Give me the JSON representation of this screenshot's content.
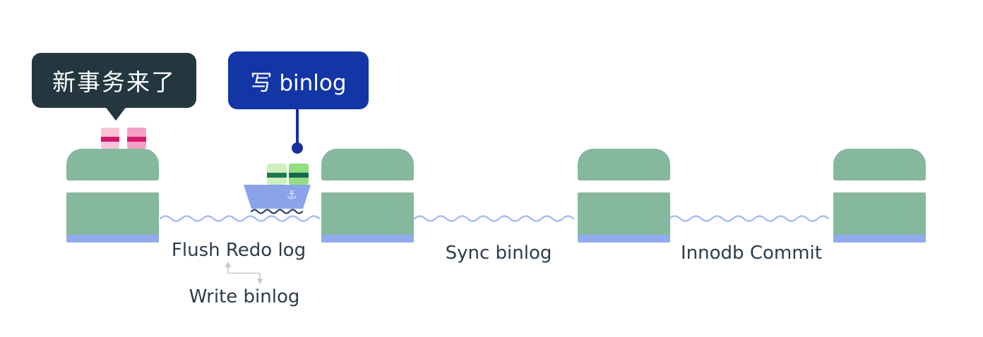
{
  "diagram": {
    "description_semantic": "MySQL two-phase commit flow: transaction moves across docks over water",
    "callouts": {
      "new_transaction": {
        "label": "新事务来了"
      },
      "write_binlog_cn": {
        "label": "写 binlog"
      }
    },
    "stage_labels": {
      "flush_redo_log": "Flush Redo log",
      "write_binlog": "Write binlog",
      "sync_binlog": "Sync binlog",
      "innodb_commit": "Innodb Commit"
    },
    "icons": {
      "anchor": "⚓",
      "swap_order_arrow": "elbow-double-arrow"
    },
    "colors": {
      "dark_callout_bg": "#243741",
      "blue_callout_bg": "#1236a6",
      "pin_blue": "#16309d",
      "pier_green": "#85b89d",
      "pier_base_blue": "#92abef",
      "water_line": "#a7bdf2",
      "boat_wake": "#2e3f6f",
      "boat_hull": "#8aa3e9",
      "transaction_block_light_pink": "#f6c3d9",
      "transaction_block_pink": "#f2a0c5",
      "transaction_stripe": "#d2186d",
      "cargo_block_light_green": "#cff0be",
      "cargo_block_green": "#93de81",
      "cargo_stripe_dark_green": "#1d7a52",
      "label_text": "#2d3c4b",
      "swap_arrow_gray": "#c8c8c8"
    }
  }
}
